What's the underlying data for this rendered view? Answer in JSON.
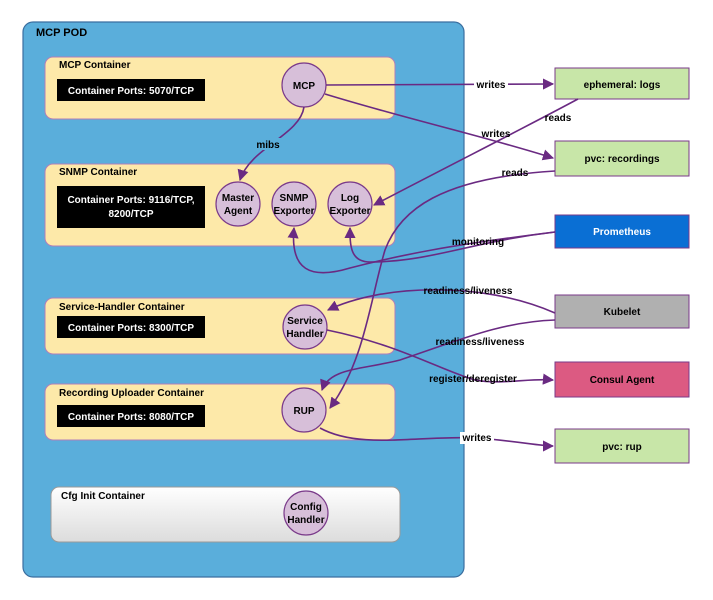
{
  "pod": {
    "title": "MCP POD",
    "fill": "#5aaedb",
    "stroke": "#3b6fa0"
  },
  "containers": {
    "mcp": {
      "title": "MCP Container",
      "ports": "Container Ports: 5070/TCP"
    },
    "snmp": {
      "title": "SNMP Container",
      "ports_line1": "Container Ports: 9116/TCP,",
      "ports_line2": "8200/TCP"
    },
    "service_handler": {
      "title": "Service-Handler Container",
      "ports": "Container Ports: 8300/TCP"
    },
    "recording_uploader": {
      "title": "Recording Uploader Container",
      "ports": "Container Ports: 8080/TCP"
    },
    "cfg_init": {
      "title": "Cfg Init Container"
    }
  },
  "processes": {
    "mcp": {
      "label": "MCP"
    },
    "master_agent": {
      "line1": "Master",
      "line2": "Agent"
    },
    "snmp_exporter": {
      "line1": "SNMP",
      "line2": "Exporter"
    },
    "log_exporter": {
      "line1": "Log",
      "line2": "Exporter"
    },
    "service_handler": {
      "line1": "Service",
      "line2": "Handler"
    },
    "rup": {
      "label": "RUP"
    },
    "config_handler": {
      "line1": "Config",
      "line2": "Handler"
    }
  },
  "external": {
    "ephemeral_logs": {
      "label": "ephemeral: logs",
      "color": "#c8e6a8"
    },
    "pvc_recordings": {
      "label": "pvc: recordings",
      "color": "#c8e6a8"
    },
    "prometheus": {
      "label": "Prometheus",
      "color": "#0a6fd4"
    },
    "kubelet": {
      "label": "Kubelet",
      "color": "#b0b0b0"
    },
    "consul_agent": {
      "label": "Consul Agent",
      "color": "#dc5a82"
    },
    "pvc_rup": {
      "label": "pvc: rup",
      "color": "#c8e6a8"
    }
  },
  "edge_labels": {
    "writes_logs": "writes",
    "writes_recordings": "writes",
    "reads_logs": "reads",
    "reads_recordings": "reads",
    "mibs": "mibs",
    "monitoring": "monitoring",
    "readiness_1": "readiness/liveness",
    "readiness_2": "readiness/liveness",
    "register": "register/deregister",
    "writes_rup": "writes"
  },
  "colors": {
    "container_fill": "#fde9a9",
    "container_stroke": "#b07fb9",
    "process_fill": "#d7bfd9",
    "process_stroke": "#7a3a8a",
    "port_box": "#000000",
    "edge": "#6a2a82"
  }
}
